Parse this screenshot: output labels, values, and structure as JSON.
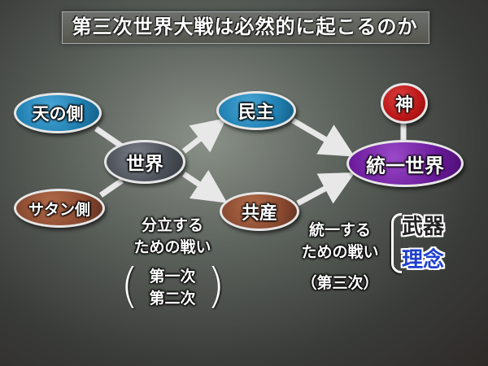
{
  "title": "第三次世界大戦は必然的に起こるのか",
  "nodes": {
    "heaven_side": "天の側",
    "satan_side": "サタン側",
    "world": "世界",
    "democracy": "民主",
    "communism": "共産",
    "god": "神",
    "unified_world": "統一世界"
  },
  "labels": {
    "divide_line1": "分立する",
    "divide_line2": "ための戦い",
    "first_war": "第一次",
    "second_war": "第二次",
    "unify_line1": "統一する",
    "unify_line2": "ための戦い",
    "third_war": "（第三次）",
    "weapons": "武器",
    "ideals": "理念"
  },
  "colors": {
    "heaven_side": "#1f7fb0",
    "satan_side": "#8a4a30",
    "world": "#4a4f57",
    "democracy": "#1f7fb0",
    "communism": "#8a4a30",
    "god": "#b81616",
    "unified_world": "#6a1a9a"
  }
}
